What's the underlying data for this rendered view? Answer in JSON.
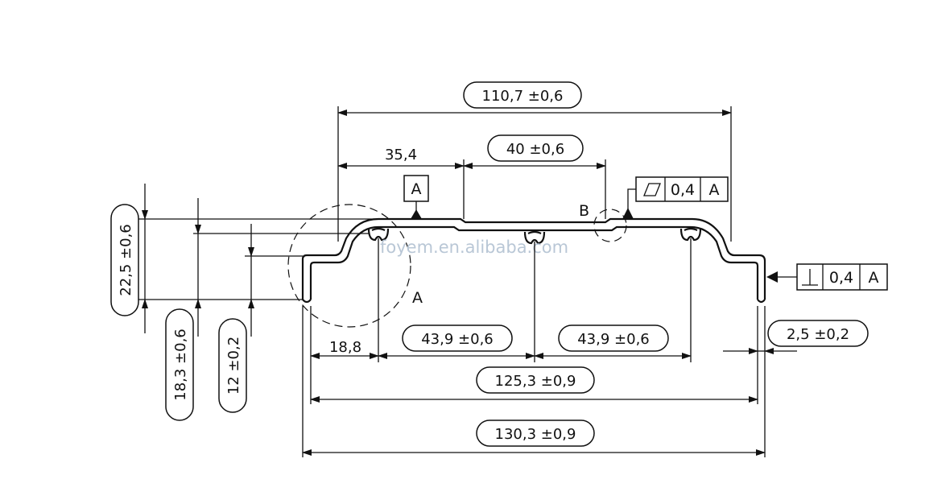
{
  "dimensions": {
    "overall_top_width": "110,7 ±0,6",
    "offset_left": "35,4",
    "center_width": "40 ±0,6",
    "total_height": "22,5 ±0,6",
    "height_mid": "18,3 ±0,6",
    "height_low": "12 ±0,2",
    "left_flange": "18,8",
    "pitch_left": "43,9 ±0,6",
    "pitch_right": "43,9 ±0,6",
    "inner_width": "125,3 ±0,9",
    "outer_width": "130,3 ±0,9",
    "lip": "2,5 ±0,2"
  },
  "datums": {
    "datum_a": "A",
    "detail_a": "A",
    "detail_b": "B"
  },
  "tolerances": {
    "flatness": {
      "symbol": "flatness-icon",
      "value": "0,4",
      "datum": "A"
    },
    "perpendicularity": {
      "symbol": "perpendicularity-icon",
      "value": "0,4",
      "datum": "A"
    }
  },
  "watermark": "foyem.en.alibaba.com"
}
